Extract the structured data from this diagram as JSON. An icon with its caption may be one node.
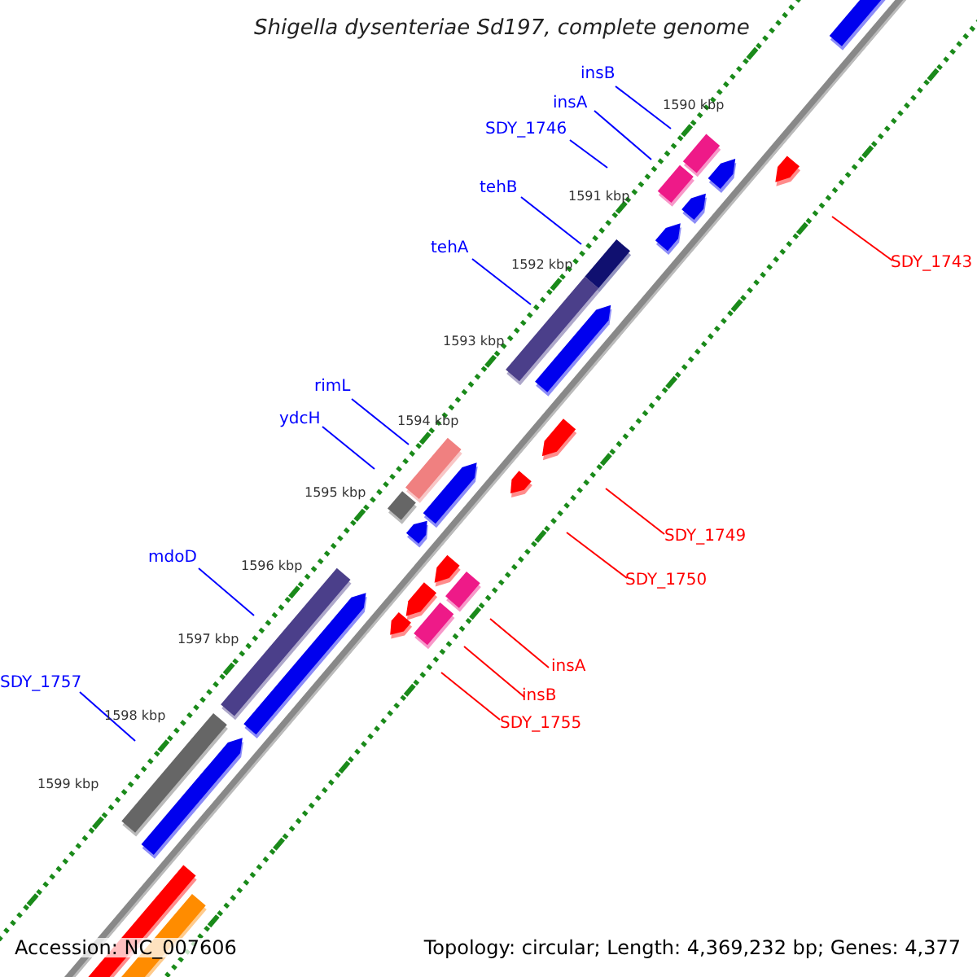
{
  "diagram": {
    "title": "Shigella dysenteriae Sd197, complete genome",
    "nodes": [
      {
        "text": [
          "insB"
        ]
      },
      {
        "text": [
          "insA"
        ]
      },
      {
        "text": [
          "SDY_1746"
        ]
      },
      {
        "text": [
          "tehB"
        ]
      },
      {
        "text": [
          "tehA"
        ]
      },
      {
        "text": [
          "rimL"
        ]
      },
      {
        "text": [
          "ydcH"
        ]
      },
      {
        "text": [
          "mdoD"
        ]
      },
      {
        "text": [
          "SDY_1757"
        ]
      },
      {
        "text": [
          "SDY_1743"
        ]
      },
      {
        "text": [
          "SDY_1749"
        ]
      },
      {
        "text": [
          "SDY_1750"
        ]
      },
      {
        "text": [
          "insA"
        ]
      },
      {
        "text": [
          "insB"
        ]
      },
      {
        "text": [
          "SDY_1755"
        ]
      }
    ],
    "edges": [
      {
        "from": 0,
        "to": null,
        "arrow": "none"
      },
      {
        "from": 1,
        "to": null,
        "arrow": "none"
      },
      {
        "from": 2,
        "to": null,
        "arrow": "none"
      },
      {
        "from": 3,
        "to": null,
        "arrow": "none"
      },
      {
        "from": 4,
        "to": null,
        "arrow": "none"
      },
      {
        "from": 5,
        "to": null,
        "arrow": "none"
      },
      {
        "from": 6,
        "to": null,
        "arrow": "none"
      },
      {
        "from": 7,
        "to": null,
        "arrow": "none"
      },
      {
        "from": 8,
        "to": null,
        "arrow": "none"
      },
      {
        "from": 9,
        "to": null,
        "arrow": "none",
        "color": "#ff0000"
      },
      {
        "from": 10,
        "to": null,
        "arrow": "none",
        "color": "#ff0000"
      },
      {
        "from": 11,
        "to": null,
        "arrow": "none",
        "color": "#ff0000"
      },
      {
        "from": 12,
        "to": null,
        "arrow": "none",
        "color": "#ff0000"
      },
      {
        "from": 13,
        "to": null,
        "arrow": "none",
        "color": "#ff0000"
      },
      {
        "from": 14,
        "to": null,
        "arrow": "none",
        "color": "#ff0000"
      }
    ],
    "labels": [
      "1590 kbp",
      "1591 kbp",
      "1592 kbp",
      "1593 kbp",
      "1594 kbp",
      "1595 kbp",
      "1596 kbp",
      "1597 kbp",
      "1598 kbp",
      "1599 kbp",
      "Accession: NC_007606",
      "Topology: circular; Length: 4,369,232 bp; Genes: 4,377"
    ]
  }
}
